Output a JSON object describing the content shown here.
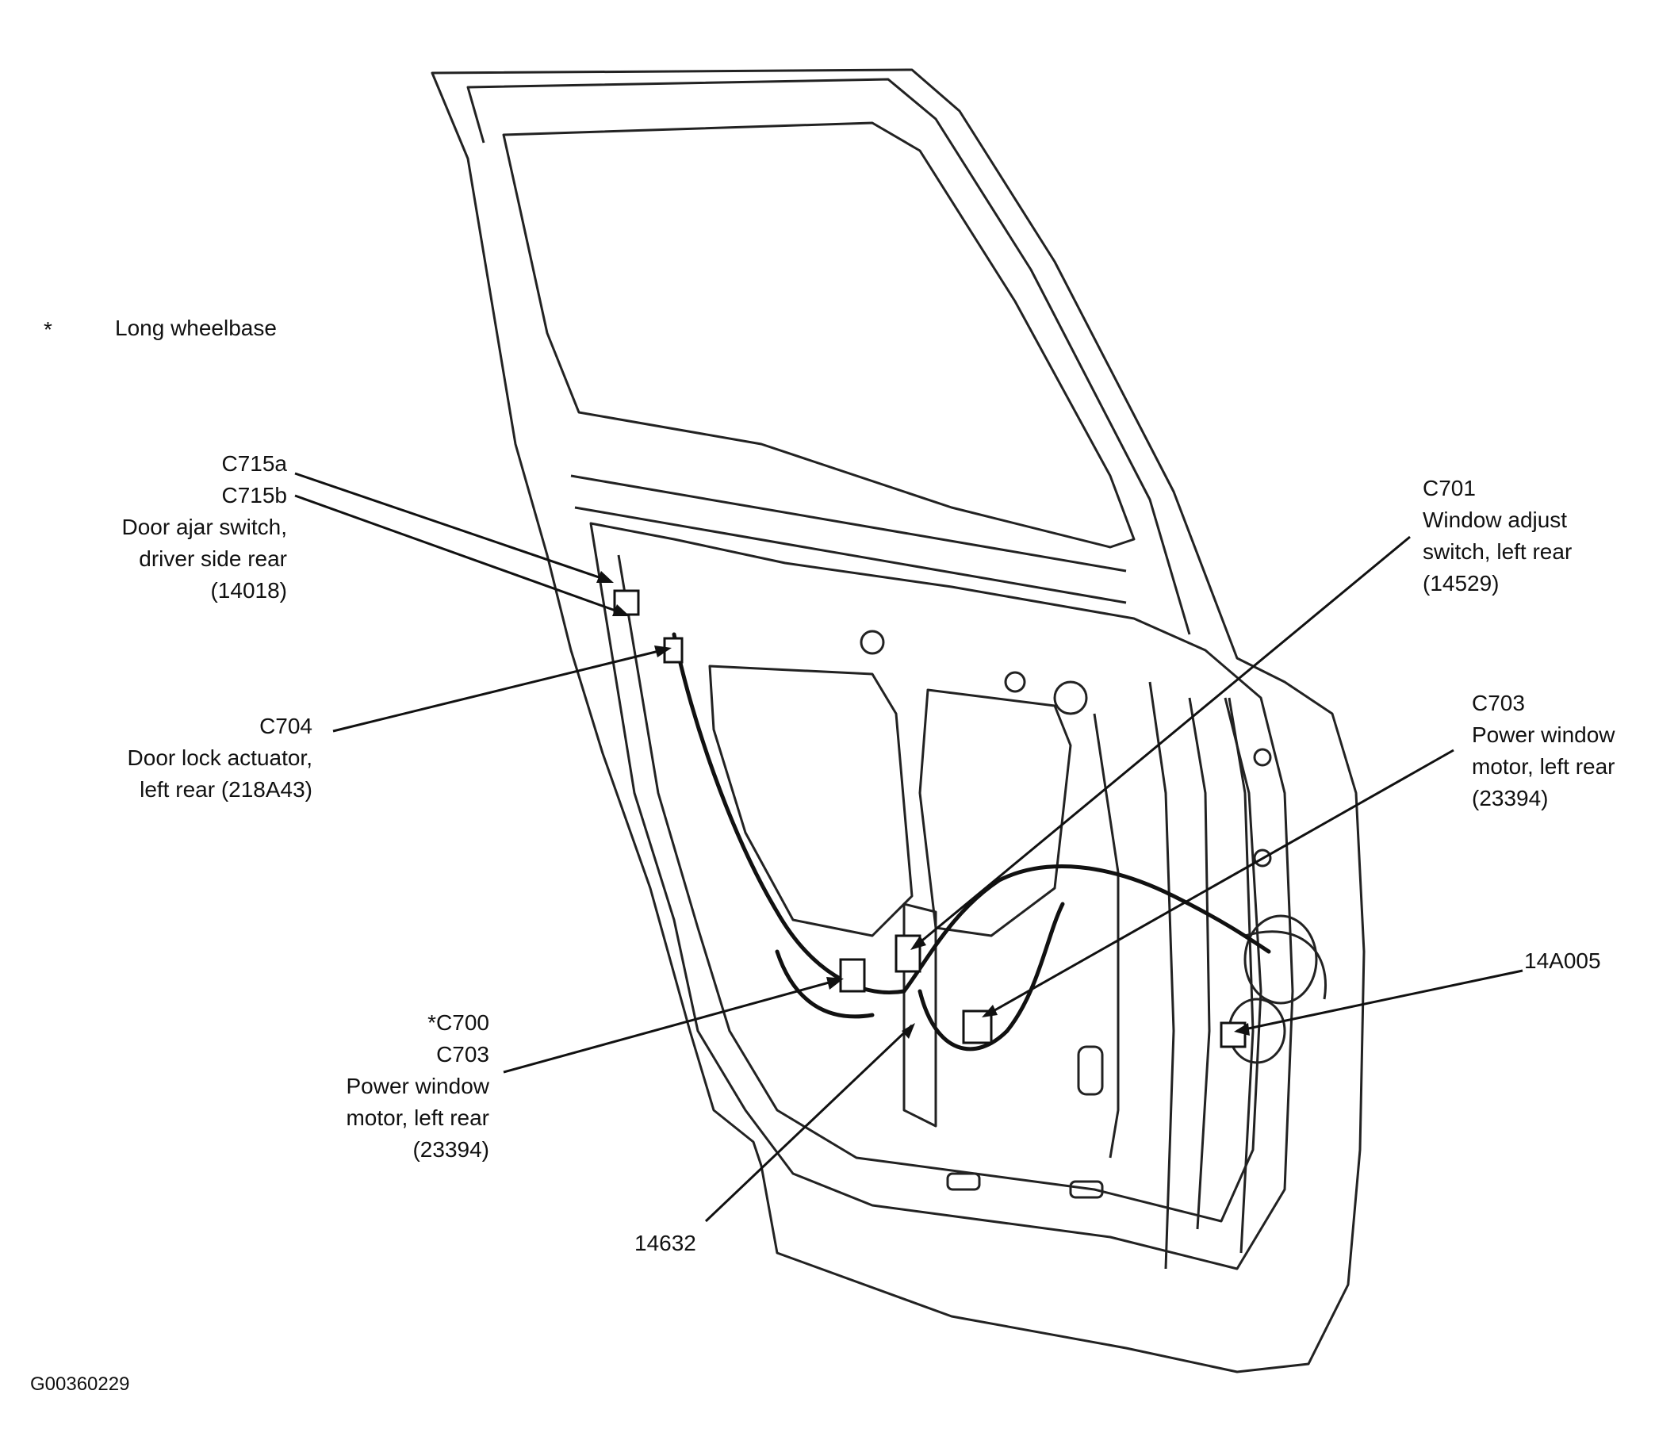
{
  "legend": {
    "symbol": "*",
    "text": "Long wheelbase"
  },
  "figure_id": "G00360229",
  "callouts": {
    "c715": {
      "lines": [
        "C715a",
        "C715b",
        "Door ajar switch,",
        "driver side rear",
        "(14018)"
      ]
    },
    "c704": {
      "lines": [
        "C704",
        "Door lock actuator,",
        "left rear (218A43)"
      ]
    },
    "c700": {
      "lines": [
        "*C700",
        "C703",
        "Power window",
        "motor, left rear",
        "(23394)"
      ]
    },
    "p14632": {
      "lines": [
        "14632"
      ]
    },
    "c701": {
      "lines": [
        "C701",
        "Window adjust",
        "switch, left rear",
        "(14529)"
      ]
    },
    "c703": {
      "lines": [
        "C703",
        "Power window",
        "motor, left rear",
        "(23394)"
      ]
    },
    "p14a005": {
      "lines": [
        "14A005"
      ]
    }
  }
}
